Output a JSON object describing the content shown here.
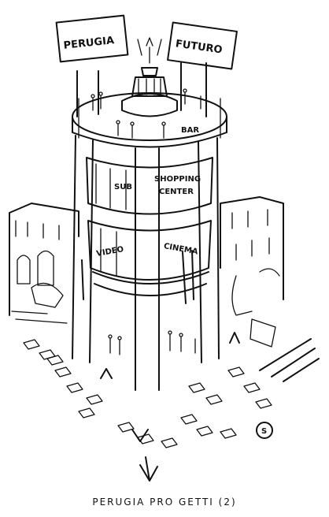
{
  "signs": {
    "left": "PERUGIA",
    "right": "FUTURO"
  },
  "labels": {
    "bar": "BAR",
    "sub": "SUB",
    "shopping_line1": "SHOPPING",
    "shopping_line2": "CENTER",
    "video": "VIDEO",
    "cinema": "CINEMA",
    "circle_sign": "S"
  },
  "caption": "PERUGIA   PRO GETTI (2)"
}
